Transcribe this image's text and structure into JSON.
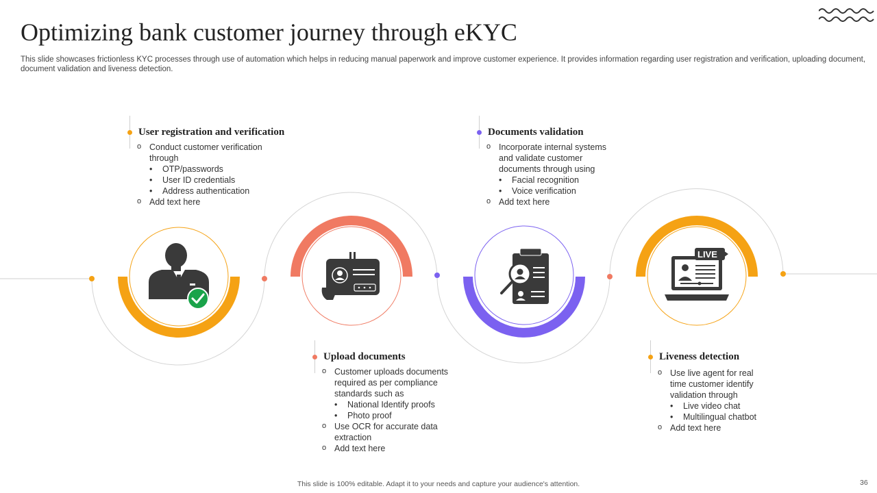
{
  "header": {
    "title": "Optimizing bank customer journey through eKYC",
    "subtitle": "This slide showcases frictionless KYC processes through use of automation which helps in reducing manual paperwork and improve customer experience. It provides information regarding user registration and verification, uploading document, document validation and liveness detection."
  },
  "colors": {
    "orange": "#F5A214",
    "coral": "#F07A62",
    "purple": "#7B61F0",
    "dark": "#3A3A3A",
    "green": "#1AA34A",
    "line": "#CFCFCF"
  },
  "steps": [
    {
      "title": "User registration  and verification",
      "icon": "businessman-verified-icon",
      "color": "#F5A214",
      "items": [
        {
          "text": "Conduct customer verification through",
          "sub": [
            "OTP/passwords",
            "User ID credentials",
            "Address authentication"
          ]
        },
        {
          "text": "Add text here",
          "sub": []
        }
      ]
    },
    {
      "title": "Upload  documents",
      "icon": "id-card-hand-icon",
      "color": "#F07A62",
      "items": [
        {
          "text": "Customer uploads documents required as per compliance standards such as",
          "sub": [
            "National Identify proofs",
            "Photo proof"
          ]
        },
        {
          "text": "Use OCR for accurate data extraction",
          "sub": []
        },
        {
          "text": "Add text here",
          "sub": []
        }
      ]
    },
    {
      "title": "Documents validation",
      "icon": "clipboard-magnifier-icon",
      "color": "#7B61F0",
      "items": [
        {
          "text": "Incorporate  internal systems and validate  customer documents through  using",
          "sub": [
            "Facial recognition",
            "Voice verification"
          ]
        },
        {
          "text": "Add text here",
          "sub": []
        }
      ]
    },
    {
      "title": "Liveness detection",
      "icon": "laptop-live-video-icon",
      "color": "#F5A214",
      "live_badge": "LIVE",
      "items": [
        {
          "text": "Use live agent for real time customer identify validation  through",
          "sub": [
            "Live video chat",
            "Multilingual chatbot"
          ]
        },
        {
          "text": "Add text here",
          "sub": []
        }
      ]
    }
  ],
  "footer": {
    "note": "This slide is 100% editable. Adapt it to your needs and capture your audience's attention.",
    "page": "36"
  }
}
